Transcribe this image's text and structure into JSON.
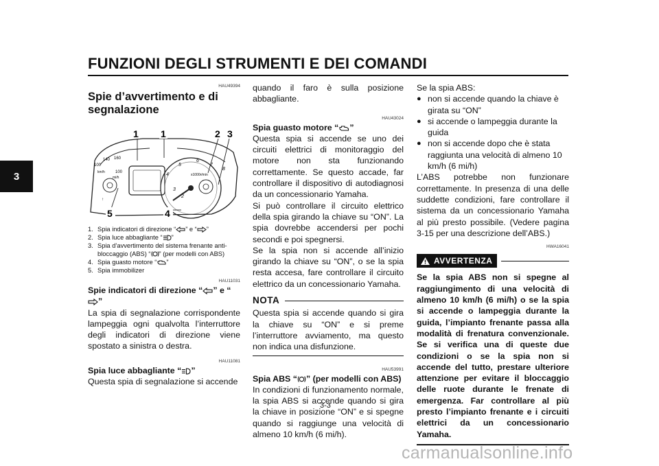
{
  "header": {
    "title": "FUNZIONI DEGLI STRUMENTI E DEI COMANDI",
    "tab": "3"
  },
  "col1": {
    "code1": "HAU49394",
    "heading": "Spie d’avvertimento e di segnalazione",
    "figure_labels": {
      "l1": "1",
      "l2": "1",
      "l3": "2",
      "l4": "3",
      "l5": "5",
      "l6": "4"
    },
    "captions": [
      {
        "num": "1.",
        "text_before": "Spia indicatori di direzione “",
        "mid": "” e “",
        "text_after": "”"
      },
      {
        "num": "2.",
        "text_before": "Spia luce abbagliante “",
        "text_after": "”"
      },
      {
        "num": "3.",
        "text_before": "Spia d’avvertimento del sistema frenante anti-bloccaggio (ABS) “",
        "text_after": "” (per modelli con ABS)"
      },
      {
        "num": "4.",
        "text_before": "Spia guasto motore “",
        "text_after": "”"
      },
      {
        "num": "5.",
        "text": "Spia immobilizer"
      }
    ],
    "code2": "HAU11031",
    "turn_heading_a": "Spie indicatori di direzione “",
    "turn_heading_b": "” e “",
    "turn_heading_c": "”",
    "turn_text": "La spia di segnalazione corrispondente lampeggia ogni qualvolta l’interruttore degli indicatori di direzione viene spostato a sinistra o destra.",
    "code3": "HAU11081",
    "beam_heading_a": "Spia luce abbagliante “",
    "beam_heading_b": "”",
    "beam_text": "Questa spia di segnalazione si accende"
  },
  "col2": {
    "beam_cont": "quando il faro è sulla posizione abbagliante.",
    "code1": "HAU43024",
    "engine_heading_a": "Spia guasto motore “",
    "engine_heading_b": "”",
    "engine_text1": "Questa spia si accende se uno dei circuiti elettrici di monitoraggio del motore non sta funzionando correttamente. Se questo accade, far controllare il dispositivo di autodiagnosi da un concessionario Yamaha.",
    "engine_text2": "Si può controllare il circuito elettrico della spia girando la chiave su “ON”. La spia dovrebbe accendersi per pochi secondi e poi spegnersi.",
    "engine_text3": "Se la spia non si accende all’inizio girando la chiave su “ON”, o se la spia resta accesa, fare controllare il circuito elettrico da un concessionario Yamaha.",
    "nota_label": "NOTA",
    "nota_text": "Questa spia si accende quando si gira la chiave su “ON” e si preme l’interruttore avviamento, ma questo non indica una disfunzione.",
    "code2": "HAU53991",
    "abs_heading_a": "Spia ABS “",
    "abs_heading_b": "” (per modelli con ABS)",
    "abs_text": "In condizioni di funzionamento normale, la spia ABS si accende quando si gira la chiave in posizione “ON” e si spegne quando si raggiunge una velocità di almeno 10 km/h (6 mi/h)."
  },
  "col3": {
    "intro": "Se la spia ABS:",
    "bullets": [
      "non si accende quando la chiave è girata su “ON”",
      "si accende o lampeggia durante la guida",
      "non si accende dopo che è stata raggiunta una velocità di almeno 10 km/h (6 mi/h)"
    ],
    "abs_note": "L’ABS potrebbe non funzionare correttamente. In presenza di una delle suddette condizioni, fare controllare il sistema da un concessionario Yamaha al più presto possibile. (Vedere pagina 3-15 per una descrizione dell’ABS.)",
    "code": "HWA16041",
    "warning_label": "AVVERTENZA",
    "warning_text": "Se la spia ABS non si spegne al raggiungimento di una velocità di almeno 10 km/h (6 mi/h) o se la spia si accende o lampeggia durante la guida, l’impianto frenante passa alla modalità di frenatura convenzionale. Se si verifica una di queste due condizioni o se la spia non si accende del tutto, prestare ulteriore attenzione per evitare il bloccaggio delle ruote durante le frenate di emergenza. Far controllare al più presto l’impianto frenante e i circuiti elettrici da un concessionario Yamaha."
  },
  "footer": {
    "page": "3-3",
    "watermark": "carmanualsonline.info"
  }
}
